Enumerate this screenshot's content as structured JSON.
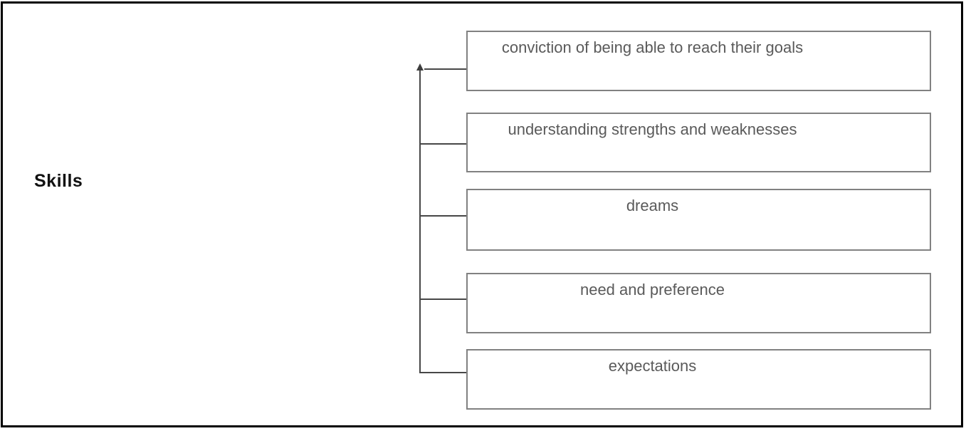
{
  "diagram": {
    "root_label": "Skills",
    "nodes": [
      {
        "label": "conviction of being able to reach their goals"
      },
      {
        "label": "understanding strengths and weaknesses"
      },
      {
        "label": "dreams"
      },
      {
        "label": "need and preference"
      },
      {
        "label": "expectations"
      }
    ],
    "connector": {
      "style": "elbow-tree-with-up-arrow",
      "arrow_direction": "up"
    },
    "colors": {
      "frame_border": "#000000",
      "node_border": "#818181",
      "node_text": "#5a5a5a",
      "connector_line": "#474747",
      "root_label_text": "#111111",
      "background": "#ffffff"
    }
  }
}
